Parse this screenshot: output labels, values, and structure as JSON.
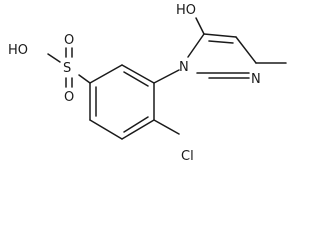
{
  "atom_labels": {
    "ho_sulfonic": "HO",
    "sulfur": "S",
    "oxygen_top": "O",
    "oxygen_bottom": "O",
    "ho_pyrazole": "HO",
    "nitrogen_1": "N",
    "nitrogen_2": "N",
    "chlorine": "Cl"
  }
}
